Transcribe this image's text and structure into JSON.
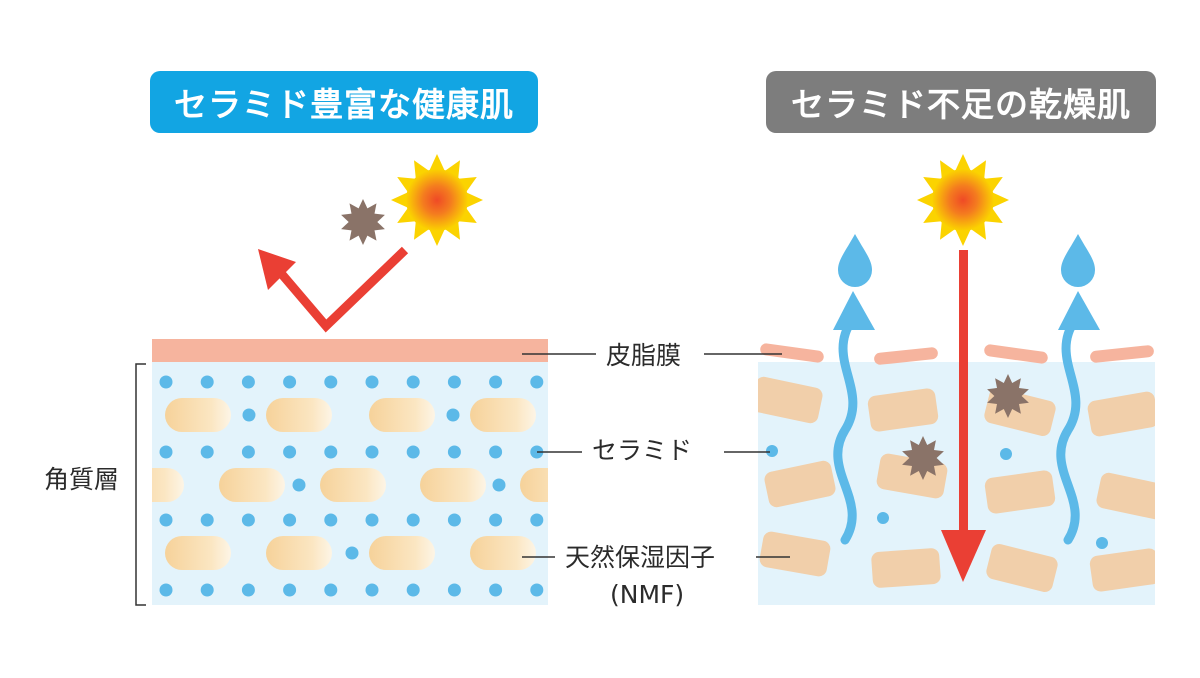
{
  "titles": {
    "healthy": "セラミド豊富な健康肌",
    "dry": "セラミド不足の乾燥肌"
  },
  "labels": {
    "sebum_film": "皮脂膜",
    "ceramide": "セラミド",
    "nmf": "天然保湿因子",
    "nmf_abbr": "(NMF)",
    "stratum_corneum": "角質層"
  },
  "colors": {
    "healthy_title_bg": "#12a5e3",
    "dry_title_bg": "#7d7d7d",
    "sebum": "#f6b49e",
    "layer_bg": "#e3f3fb",
    "ceramide_dot": "#5cb9e8",
    "cell": "#f8dca6",
    "dry_cell": "#f1cfaa",
    "arrow_red": "#ea3f34",
    "moisture_blue": "#5cb9e8",
    "sun_outer": "#fbd300",
    "sun_core": "#ef4a26",
    "irritant": "#8a7368"
  },
  "icons": [
    "sun-icon",
    "irritant-icon",
    "water-drop-icon"
  ]
}
